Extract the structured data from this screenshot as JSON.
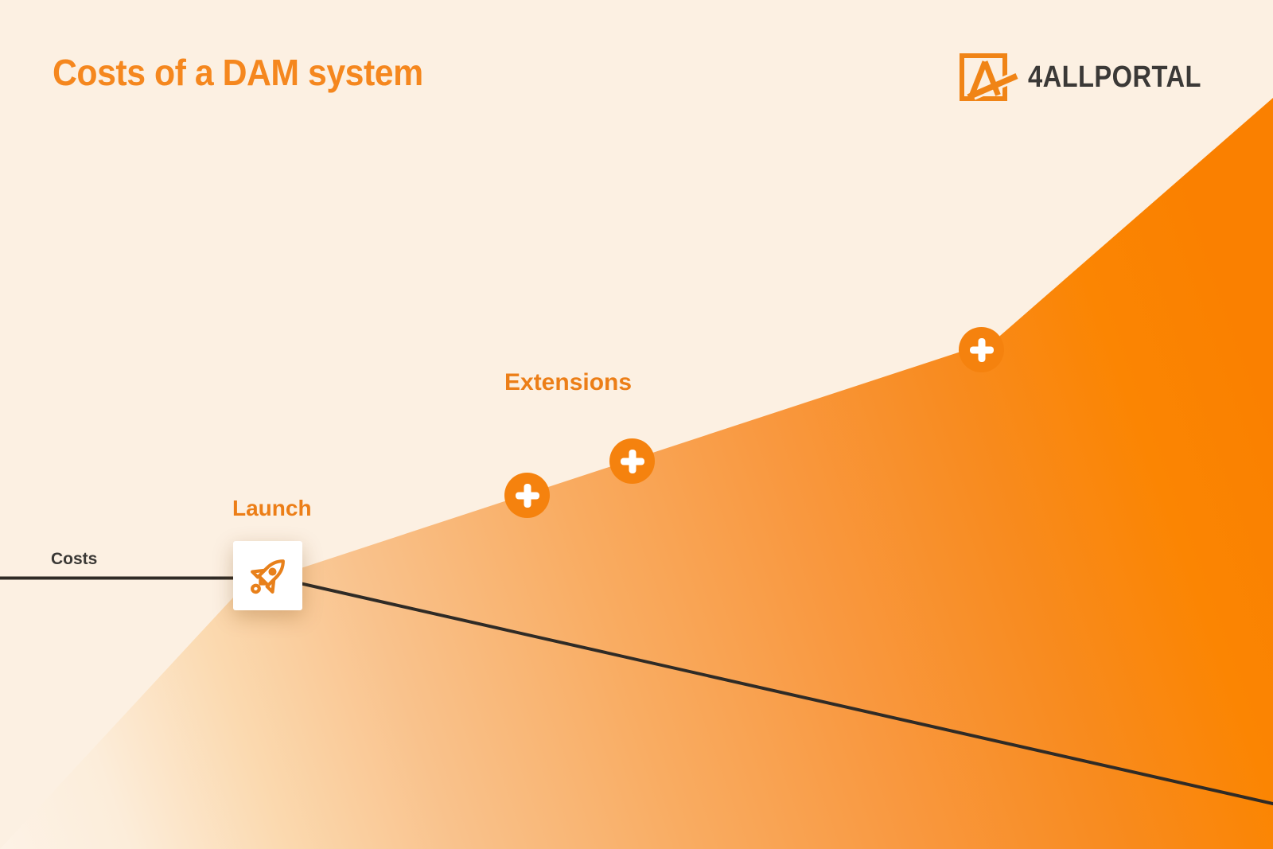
{
  "title": "Costs of a DAM system",
  "brand": {
    "name": "4ALLPORTAL",
    "logo_icon": "4allportal-a-mark"
  },
  "diagram": {
    "labels": {
      "costs_axis": "Costs",
      "launch": "Launch",
      "extensions": "Extensions"
    },
    "markers": {
      "symbol": "+",
      "count": 3
    },
    "icons": {
      "launch": "rocket-icon",
      "extension": "plus-icon"
    },
    "colors": {
      "background": "#FCF0E2",
      "title_orange": "#F5871E",
      "label_orange": "#EC7E17",
      "marker_orange": "#F5820E",
      "area_gradient_start": "#FDF2E6",
      "area_gradient_end": "#FA8000",
      "trend_line_dark": "#2F2B26",
      "brand_text_dark": "#3B3937",
      "card_white": "#FFFFFF"
    }
  }
}
